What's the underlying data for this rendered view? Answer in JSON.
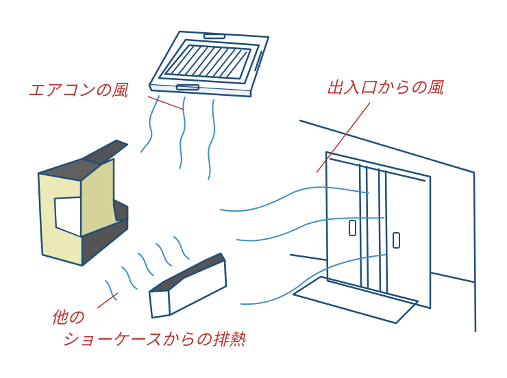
{
  "labels": {
    "aircon_wind": "エアコンの風",
    "entrance_wind": "出入口からの風",
    "other_line1": "他の",
    "other_line2": "ショーケースからの排熱"
  },
  "colors": {
    "outline": "#1f4f7a",
    "wind": "#3f8fc2",
    "label": "#b8332e",
    "case_fill": "#ece9b6",
    "case_shadow": "#545454"
  }
}
